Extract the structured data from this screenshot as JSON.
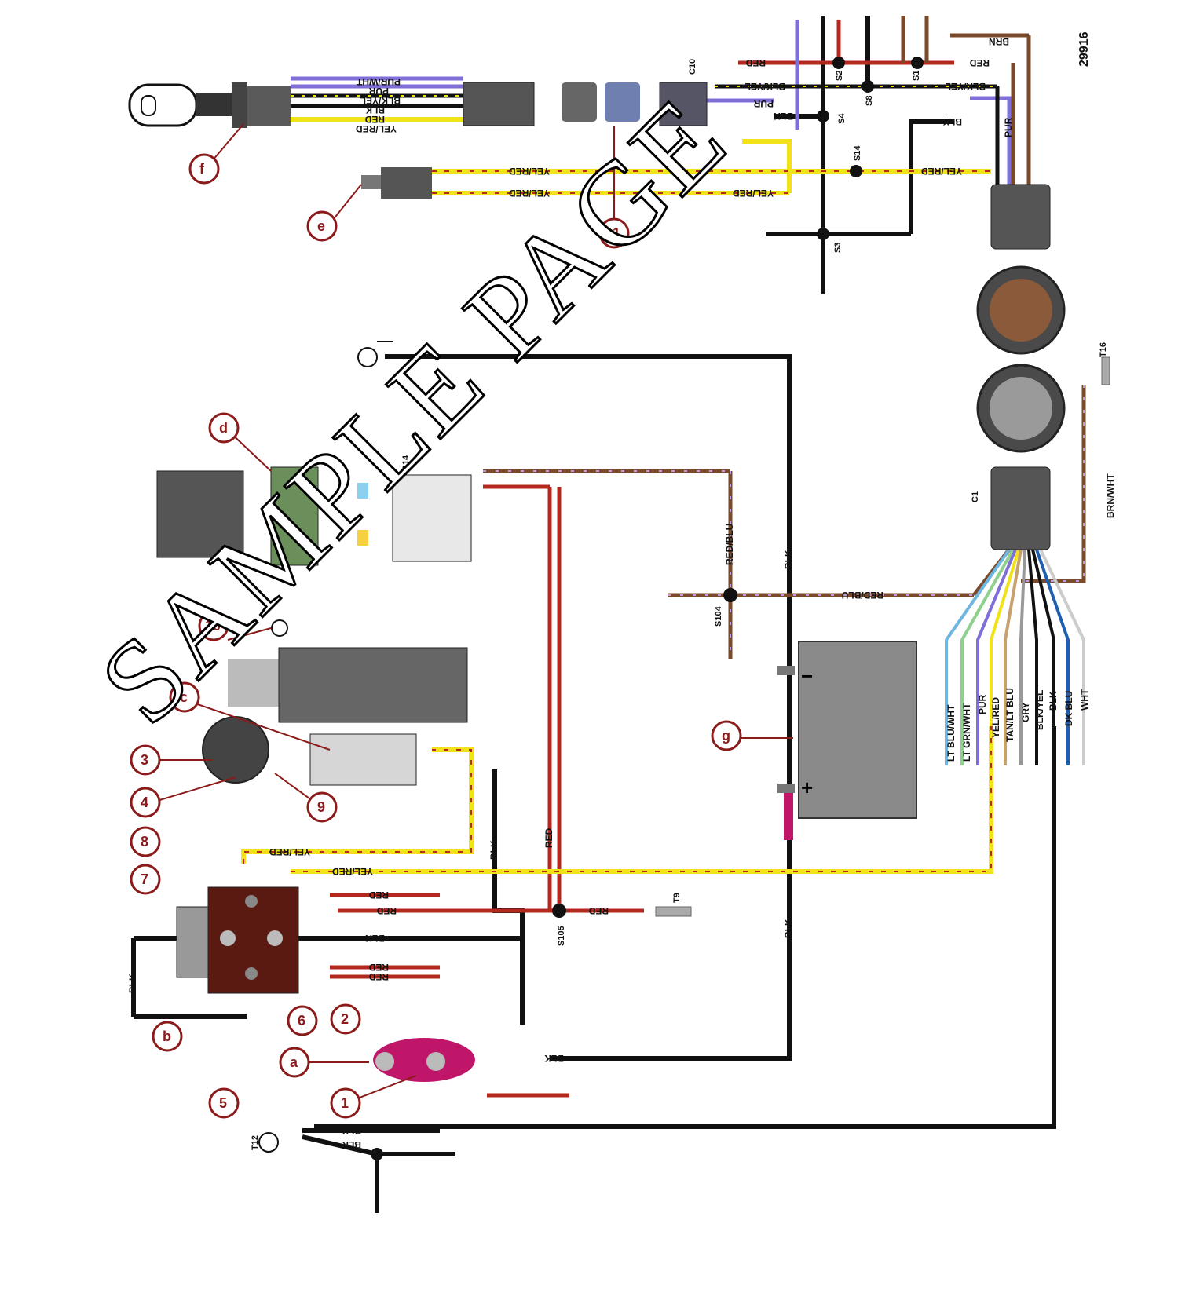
{
  "diagram": {
    "figure_number": "29916",
    "watermark": "SAMPLE PAGE",
    "callouts": {
      "a": "a",
      "b": "b",
      "c": "c",
      "d": "d",
      "e": "e",
      "f": "f",
      "g": "g",
      "n1": "1",
      "n2": "2",
      "n3": "3",
      "n4": "4",
      "n5": "5",
      "n6": "6",
      "n7": "7",
      "n8": "8",
      "n9": "9",
      "n10": "10",
      "n11": "11"
    },
    "connectors": {
      "c1": "C1",
      "c10": "C10",
      "c14": "C14",
      "t9": "T9",
      "t12": "T12",
      "t16": "T16"
    },
    "splices": {
      "s1": "S1",
      "s2": "S2",
      "s3": "S3",
      "s4": "S4",
      "s8": "S8",
      "s14": "S14",
      "s104": "S104",
      "s105": "S105"
    },
    "battery": {
      "neg": "−",
      "pos": "+"
    },
    "wires": {
      "purwht": "PUR/WHT",
      "pur": "PUR",
      "blkyel": "BLK/YEL",
      "blk": "BLK",
      "red": "RED",
      "yelred": "YEL/RED",
      "brn": "BRN",
      "redblu": "RED/BLU",
      "brnwht": "BRN/WHT",
      "ltbluwht": "LT BLU/WHT",
      "ltgrnwht": "LT GRN/WHT",
      "tanltblu": "TAN/LT BLU",
      "gry": "GRY",
      "dkblu": "DK BLU",
      "wht": "WHT"
    }
  },
  "colors": {
    "blk": "#111111",
    "red": "#b5281f",
    "yel": "#f2e21a",
    "brn": "#7a4a2b",
    "pur": "#7f6fd8",
    "magenta": "#c0166a",
    "callout": "#8b1a1a",
    "gray": "#7a7a7a"
  }
}
